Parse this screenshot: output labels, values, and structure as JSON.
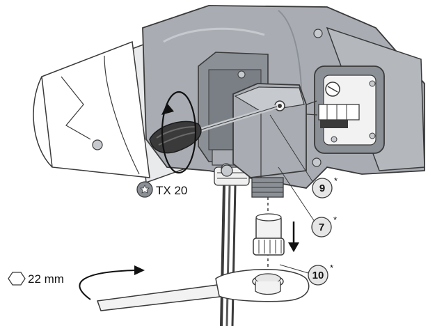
{
  "diagram": {
    "tool_labels": {
      "torx": "TX 20",
      "wrench": "22 mm"
    },
    "callouts": [
      {
        "number": "9",
        "mark": "*"
      },
      {
        "number": "7",
        "mark": "*"
      },
      {
        "number": "10",
        "mark": "*"
      }
    ]
  },
  "colors": {
    "housing": "#a9adb3",
    "housing_dark": "#8b9096",
    "housing_light": "#c6c9cd",
    "outline": "#3a3a3a",
    "callout_fill": "#e6e6e6"
  },
  "icons": [
    "torx-icon",
    "hexagon-icon",
    "arrow-down-icon",
    "rotation-arrow-icon"
  ]
}
